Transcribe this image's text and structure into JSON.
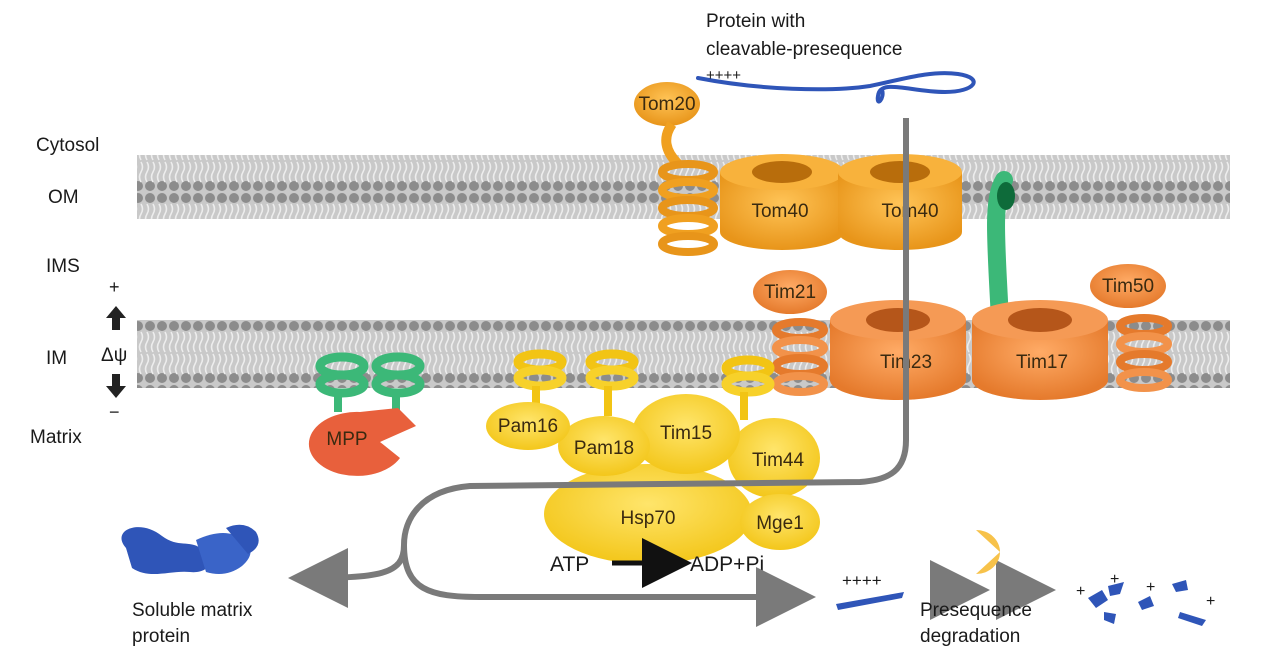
{
  "title": "Protein with cleavable-presequence",
  "title_lines": [
    "Protein with",
    "cleavable-presequence"
  ],
  "compartments": {
    "cytosol": "Cytosol",
    "om": "OM",
    "ims": "IMS",
    "im": "IM",
    "matrix": "Matrix"
  },
  "potential": {
    "plus": "+",
    "minus": "−",
    "delta_psi": "Δψ"
  },
  "proteins": {
    "tom20": "Tom20",
    "tom40_a": "Tom40",
    "tom40_b": "Tom40",
    "tim21": "Tim21",
    "tim23": "Tim23",
    "tim17": "Tim17",
    "tim50": "Tim50",
    "mpp": "MPP",
    "pam16": "Pam16",
    "pam18": "Pam18",
    "tim15": "Tim15",
    "tim44": "Tim44",
    "hsp70": "Hsp70",
    "mge1": "Mge1"
  },
  "atp": "ATP",
  "adp": "ADP+Pi",
  "presequence_charges": "++++",
  "soluble_label": [
    "Soluble matrix",
    "protein"
  ],
  "degradation_label": [
    "Presequence",
    "degradation"
  ],
  "colors": {
    "membrane": "#a9a9a9",
    "tom": "#f5a623",
    "tim": "#f08a3c",
    "pam": "#f7d12a",
    "mpp": "#e8603c",
    "green": "#3cb878",
    "protein_blue": "#2f55b8",
    "path_gray": "#7a7a7a"
  }
}
